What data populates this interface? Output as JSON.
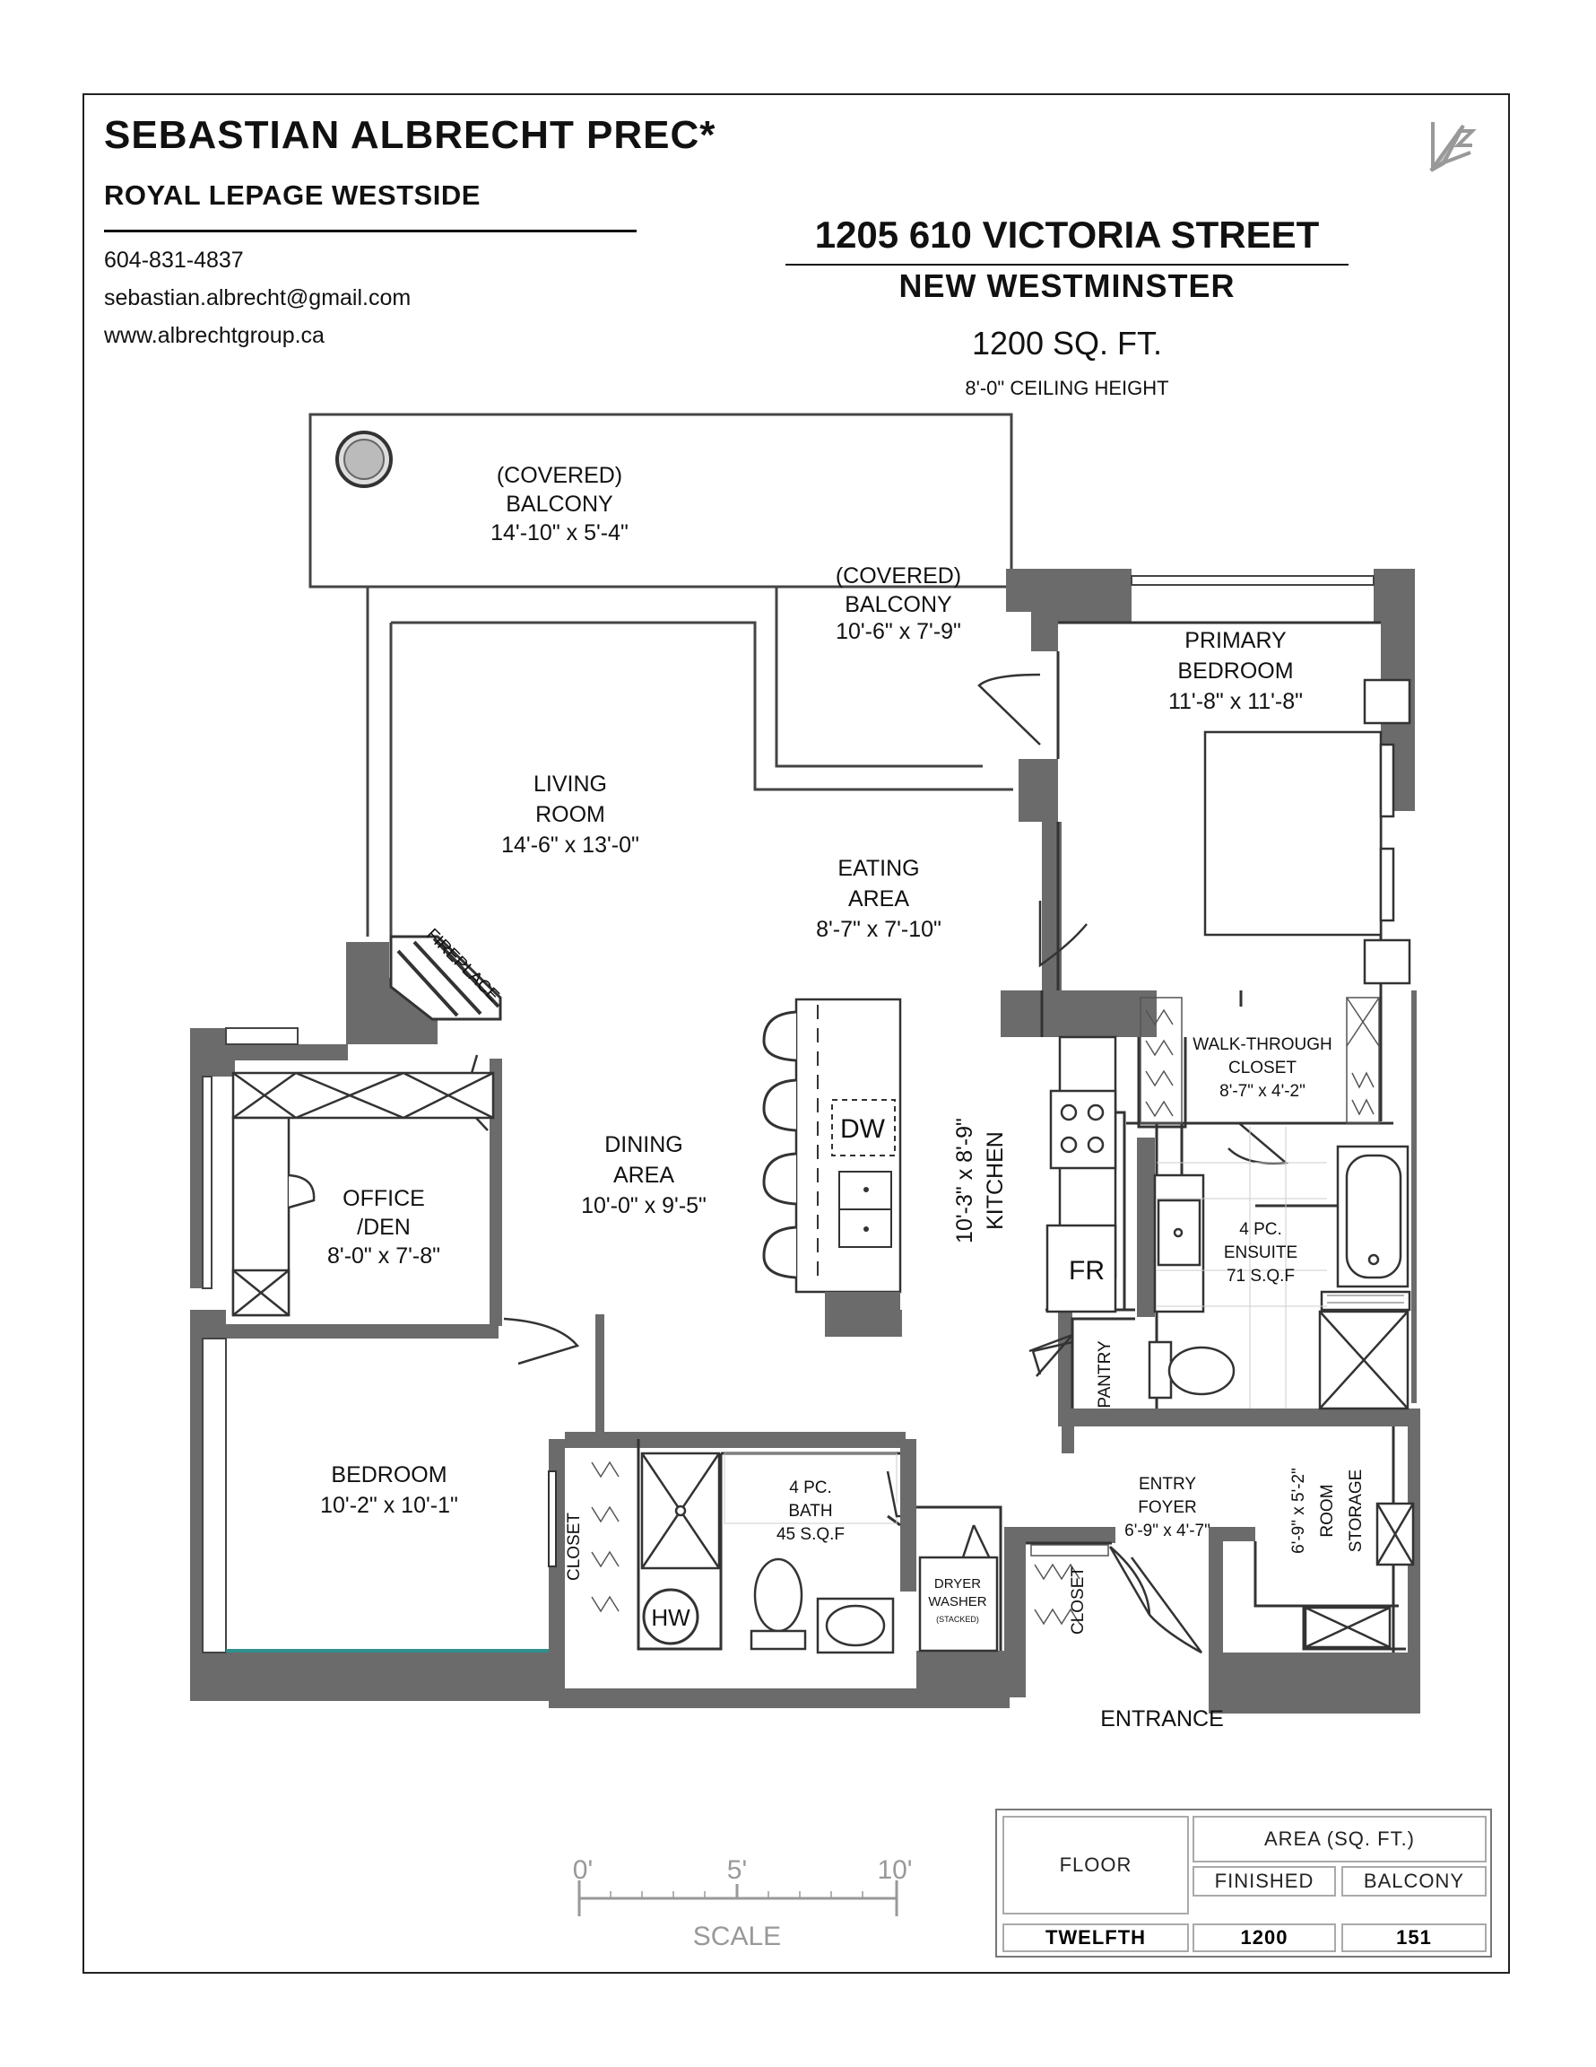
{
  "agent": {
    "name": "SEBASTIAN ALBRECHT PREC*",
    "company": "ROYAL LEPAGE WESTSIDE",
    "phone": "604-831-4837",
    "email": "sebastian.albrecht@gmail.com",
    "website": "www.albrechtgroup.ca"
  },
  "property": {
    "street": "1205 610 VICTORIA STREET",
    "city": "NEW WESTMINSTER",
    "area": "1200 SQ. FT.",
    "ceiling": "8'-0\" CEILING HEIGHT"
  },
  "rooms": {
    "balcony_top": {
      "l1": "(COVERED)",
      "l2": "BALCONY",
      "dims": "14'-10\" x 5'-4\""
    },
    "balcony_right": {
      "l1": "(COVERED)",
      "l2": "BALCONY",
      "dims": "10'-6\" x 7'-9\""
    },
    "primary_bedroom": {
      "l1": "PRIMARY",
      "l2": "BEDROOM",
      "dims": "11'-8\" x 11'-8\""
    },
    "living_room": {
      "l1": "LIVING",
      "l2": "ROOM",
      "dims": "14'-6\" x 13'-0\""
    },
    "eating_area": {
      "l1": "EATING",
      "l2": "AREA",
      "dims": "8'-7\" x 7'-10\""
    },
    "fireplace": "FIREPLACE",
    "walk_through_closet": {
      "l1": "WALK-THROUGH",
      "l2": "CLOSET",
      "dims": "8'-7\" x 4'-2\""
    },
    "dining_area": {
      "l1": "DINING",
      "l2": "AREA",
      "dims": "10'-0\" x 9'-5\""
    },
    "office": {
      "l1": "OFFICE",
      "l2": "/DEN",
      "dims": "8'-0\" x 7'-8\""
    },
    "kitchen": {
      "dims": "10'-3\" x 8'-9\"",
      "label": "KITCHEN"
    },
    "dw": "DW",
    "fr": "FR",
    "ensuite": {
      "l1": "4 PC.",
      "l2": "ENSUITE",
      "dims": "71 S.Q.F"
    },
    "pantry": "PANTRY",
    "bedroom": {
      "l1": "BEDROOM",
      "dims": "10'-2\" x 10'-1\""
    },
    "closet_bed": "CLOSET",
    "bath": {
      "l1": "4 PC.",
      "l2": "BATH",
      "dims": "45 S.Q.F"
    },
    "hw": "HW",
    "laundry": {
      "l1": "DRYER",
      "l2": "WASHER",
      "l3": "(STACKED)"
    },
    "closet_entry": "CLOSET",
    "entry": {
      "l1": "ENTRY",
      "l2": "FOYER",
      "dims": "6'-9\" x 4'-7\""
    },
    "storage": {
      "dims": "6'-9\" x 5'-2\"",
      "l1": "ROOM",
      "l2": "STORAGE"
    },
    "entrance": "ENTRANCE"
  },
  "scale": {
    "ticks": [
      "0'",
      "5'",
      "10'"
    ],
    "label": "SCALE"
  },
  "area_table": {
    "floor_header": "FLOOR",
    "area_header": "AREA (SQ. FT.)",
    "finished_header": "FINISHED",
    "balcony_header": "BALCONY",
    "floor": "TWELFTH",
    "finished": "1200",
    "balcony": "151"
  },
  "colors": {
    "wall": "#6b6b6b",
    "line": "#222222",
    "window_teal": "#2f8f8f"
  }
}
